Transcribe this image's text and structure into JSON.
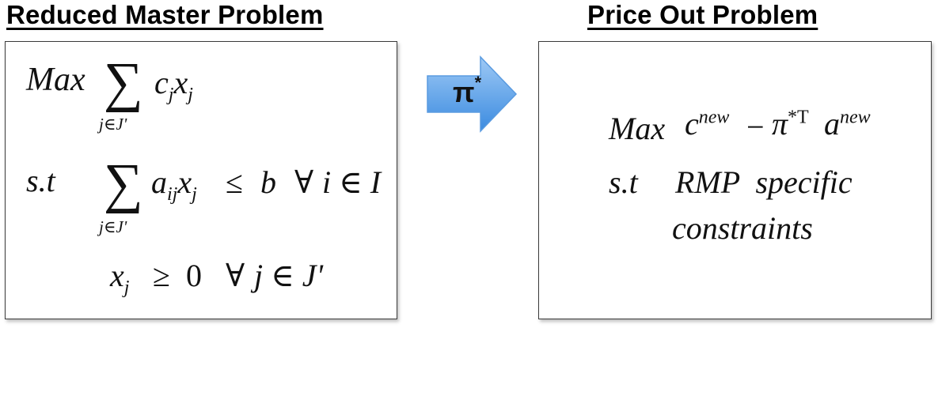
{
  "left": {
    "title": "Reduced Master Problem",
    "objective_keyword": "Max",
    "st_label": "s.t",
    "sum_index": "j∈J'",
    "rhs_b": "b",
    "forall_i_set": "i ∈ I",
    "nonneg_var": "x",
    "nonneg_sub": "j",
    "nonneg_rhs": "0",
    "forall_j_set": "j ∈ J'"
  },
  "arrow": {
    "label": "π",
    "label_sup": "*",
    "fill_top": "#9ec9f5",
    "fill_bottom": "#3b8be0"
  },
  "right": {
    "title": "Price Out Problem",
    "objective_keyword": "Max",
    "c": "c",
    "c_sup": "new",
    "minus": "−",
    "pi": "π",
    "pi_sup": "*T",
    "a": "a",
    "a_sup": "new",
    "st_label": "s.t",
    "constraint_line1": "RMP  specific",
    "constraint_line2": "constraints"
  }
}
